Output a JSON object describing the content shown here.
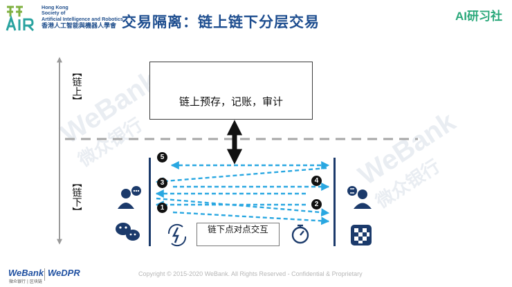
{
  "header": {
    "org_name_en": [
      "Hong Kong",
      "Society of",
      "Artificial Intelligence and Robotics"
    ],
    "org_name_cn": "香港人工智能與機器人學會",
    "title": "交易隔离：链上链下分层交易",
    "ai_logo": "AI研习社"
  },
  "diagram": {
    "onchain_label": "【链上】",
    "offchain_label": "【链下】",
    "onchain_box_text": "链上预存，记账，审计",
    "offchain_box_text": "链下点对点交互",
    "onchain_icons": [
      "envelope-money-icon",
      "ledger-document-icon",
      "shield-user-icon"
    ],
    "left_icons": [
      "chat-user-icon",
      "wechat-icon"
    ],
    "right_icons": [
      "exchange-user-icon",
      "grid-qr-icon"
    ],
    "bottom_icons": [
      "lightning-sync-icon",
      "stopwatch-icon"
    ],
    "steps": [
      "1",
      "2",
      "3",
      "4",
      "5"
    ],
    "colors": {
      "arrow": "#29a7e1",
      "bar": "#1b3a6b",
      "dashed": "#a6a6a6",
      "axis": "#9a9a9a"
    }
  },
  "watermark": {
    "en": "WeBank",
    "cn": "微众银行"
  },
  "footer": {
    "copyright": "Copyright © 2015-2020 WeBank. All Rights Reserved - Confidential & Proprietary",
    "brand_webank": "WeBank",
    "brand_webank_sub": "微众银行 | 区块链",
    "brand_wedpr": "WeDPR"
  }
}
